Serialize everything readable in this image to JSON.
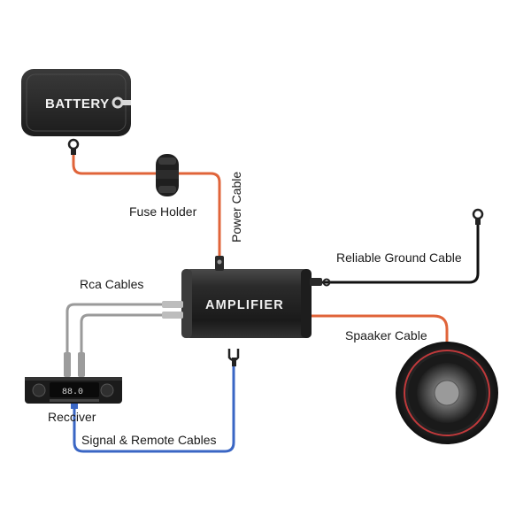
{
  "components": {
    "battery": {
      "text": "BATTERY"
    },
    "amplifier": {
      "text": "AMPLIFIER"
    },
    "receiver": {
      "display_text": "88.0"
    }
  },
  "labels": {
    "fuse_holder": "Fuse Holder",
    "power_cable": "Power Cable",
    "reliable_ground_cable": "Reliable Ground Cable",
    "rca_cables": "Rca Cables",
    "spaaker_cable": "Spaaker Cable",
    "receiver": "Recciver",
    "signal_remote_cables": "Signal & Remote Cables"
  },
  "colors": {
    "power_wire": "#e0643a",
    "ground_wire": "#111111",
    "signal_wire": "#3a66c4",
    "rca_wire": "#9a9a9a",
    "speaker_wire": "#e0643a",
    "component_dark": "#2a2a2a"
  }
}
